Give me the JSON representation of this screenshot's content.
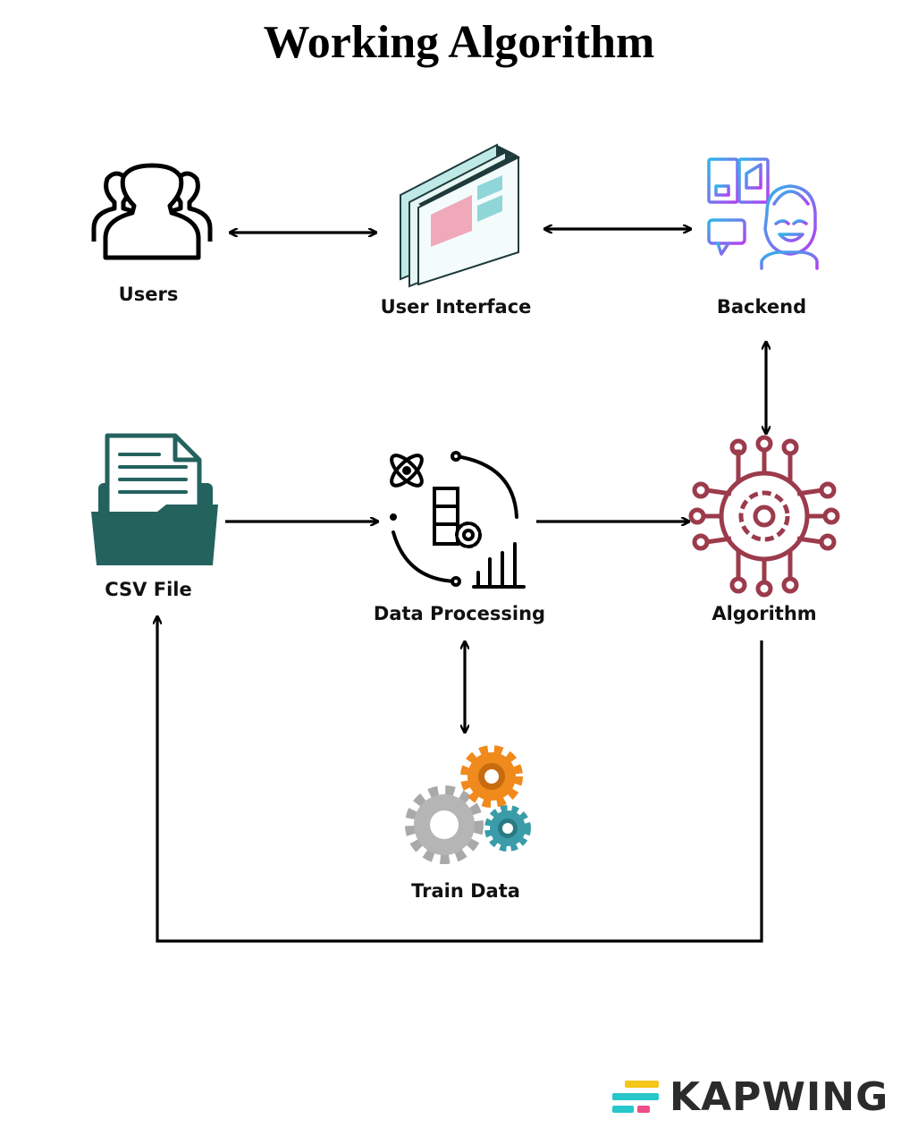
{
  "title": "Working Algorithm",
  "nodes": {
    "users": "Users",
    "user_interface": "User Interface",
    "backend": "Backend",
    "csv_file": "CSV File",
    "data_processing": "Data Processing",
    "algorithm": "Algorithm",
    "train_data": "Train Data"
  },
  "brand": {
    "name": "KAPWING"
  },
  "icons": {
    "users": "users-icon",
    "user_interface": "browser-windows-icon",
    "backend": "ai-robot-head-icon",
    "csv_file": "folder-document-icon",
    "data_processing": "data-processing-icon",
    "algorithm": "network-gear-icon",
    "train_data": "gears-icon"
  },
  "colors": {
    "csv_folder": "#24625e",
    "algorithm": "#9b3b4c",
    "gear_orange": "#f08a1c",
    "gear_gray": "#a9a9a9",
    "gear_teal": "#3a9ca8",
    "backend_gradient_start": "#2fb6ea",
    "backend_gradient_end": "#b43ff0"
  }
}
